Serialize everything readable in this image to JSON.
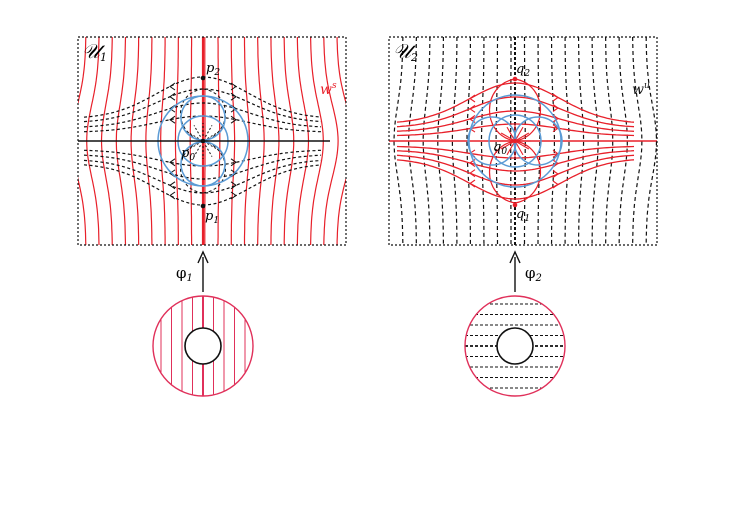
{
  "left_panel": {
    "title": "𝒰",
    "title_sub": "1",
    "foliation_label": "w",
    "foliation_sup": "s",
    "points": [
      {
        "name": "p",
        "sub": "2"
      },
      {
        "name": "p",
        "sub": "0"
      },
      {
        "name": "p",
        "sub": "1"
      }
    ],
    "map_label": "φ",
    "map_sub": "1"
  },
  "right_panel": {
    "title": "𝒰",
    "title_sub": "2",
    "foliation_label": "w",
    "foliation_sup": "u",
    "points": [
      {
        "name": "q",
        "sub": "2"
      },
      {
        "name": "q",
        "sub": "0"
      },
      {
        "name": "q",
        "sub": "1"
      }
    ],
    "map_label": "φ",
    "map_sub": "2"
  },
  "colors": {
    "red": "#e8202a",
    "blue": "#5b9bd5",
    "black": "#111111",
    "annulus": "#e0305a"
  }
}
